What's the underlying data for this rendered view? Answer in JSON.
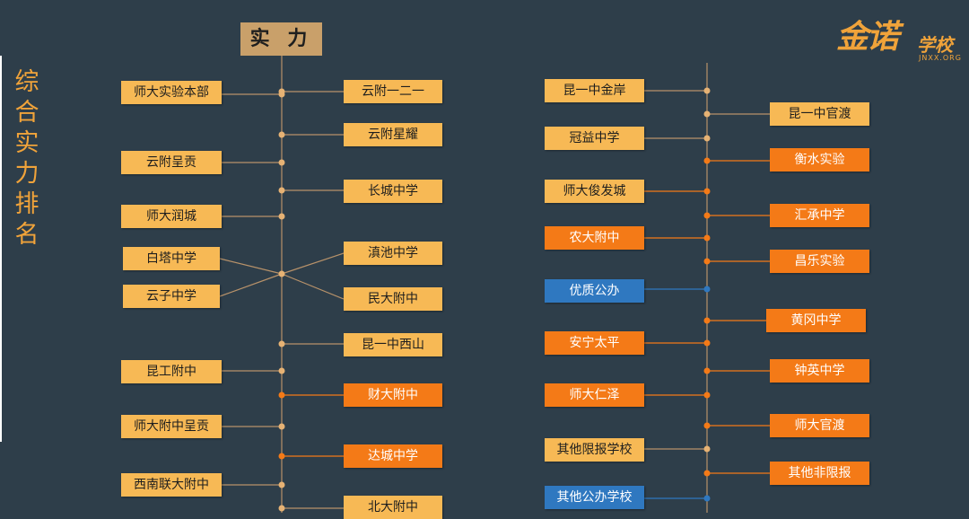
{
  "header": "实 力",
  "side_title": [
    "综",
    "合",
    "实",
    "力",
    "排",
    "名"
  ],
  "logo": {
    "main": "金诺",
    "sub": "学校",
    "url": "JNXX.ORG"
  },
  "colors": {
    "gold": "#f7b955",
    "orange": "#f47a17",
    "blue": "#2f78c0",
    "line": "#b8926a",
    "background": "#2e3e4a"
  },
  "left_tree": {
    "left": [
      {
        "label": "师大实验本部",
        "kind": "gold"
      },
      {
        "label": "云附呈贡",
        "kind": "gold"
      },
      {
        "label": "师大润城",
        "kind": "gold"
      },
      {
        "label": "白塔中学",
        "kind": "gold"
      },
      {
        "label": "云子中学",
        "kind": "gold"
      },
      {
        "label": "昆工附中",
        "kind": "gold"
      },
      {
        "label": "师大附中呈贡",
        "kind": "gold"
      },
      {
        "label": "西南联大附中",
        "kind": "gold"
      }
    ],
    "right": [
      {
        "label": "云附一二一",
        "kind": "gold"
      },
      {
        "label": "云附星耀",
        "kind": "gold"
      },
      {
        "label": "长城中学",
        "kind": "gold"
      },
      {
        "label": "滇池中学",
        "kind": "gold"
      },
      {
        "label": "民大附中",
        "kind": "gold"
      },
      {
        "label": "昆一中西山",
        "kind": "gold"
      },
      {
        "label": "财大附中",
        "kind": "orange"
      },
      {
        "label": "达城中学",
        "kind": "orange"
      },
      {
        "label": "北大附中",
        "kind": "gold"
      }
    ]
  },
  "right_tree": {
    "left": [
      {
        "label": "昆一中金岸",
        "kind": "gold"
      },
      {
        "label": "冠益中学",
        "kind": "gold"
      },
      {
        "label": "师大俊发城",
        "kind": "gold"
      },
      {
        "label": "农大附中",
        "kind": "orange"
      },
      {
        "label": "优质公办",
        "kind": "blue"
      },
      {
        "label": "安宁太平",
        "kind": "orange"
      },
      {
        "label": "师大仁泽",
        "kind": "orange"
      },
      {
        "label": "其他限报学校",
        "kind": "gold"
      },
      {
        "label": "其他公办学校",
        "kind": "blue"
      }
    ],
    "right": [
      {
        "label": "昆一中官渡",
        "kind": "gold"
      },
      {
        "label": "衡水实验",
        "kind": "orange"
      },
      {
        "label": "汇承中学",
        "kind": "orange"
      },
      {
        "label": "昌乐实验",
        "kind": "orange"
      },
      {
        "label": "黄冈中学",
        "kind": "orange"
      },
      {
        "label": "钟英中学",
        "kind": "orange"
      },
      {
        "label": "师大官渡",
        "kind": "orange"
      },
      {
        "label": "其他非限报",
        "kind": "orange"
      }
    ]
  }
}
